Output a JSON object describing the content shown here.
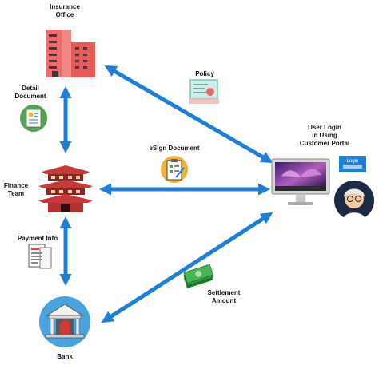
{
  "nodes": {
    "insurance_office": {
      "label_lines": [
        "Insurance",
        "Office"
      ],
      "icon": "office-building-icon"
    },
    "finance_team": {
      "label_lines": [
        "Finance",
        "Team"
      ],
      "icon": "pagoda-building-icon"
    },
    "bank": {
      "label": "Bank",
      "icon": "bank-icon"
    },
    "customer_portal": {
      "label_lines": [
        "User Login",
        "in Using",
        "Customer Portal"
      ],
      "icon": "computer-monitor-icon",
      "login_badge": "Login"
    }
  },
  "edges": {
    "detail_document": {
      "label_lines": [
        "Detail",
        "Document"
      ],
      "icon": "document-chart-icon"
    },
    "policy": {
      "label": "Policy",
      "icon": "certificate-icon"
    },
    "esign_document": {
      "label": "eSign Document",
      "icon": "clipboard-sign-icon"
    },
    "payment_info": {
      "label": "Payment Info",
      "icon": "receipt-icon"
    },
    "settlement_amount": {
      "label_lines": [
        "Settlement",
        "Amount"
      ],
      "icon": "cash-stack-icon"
    }
  },
  "colors": {
    "arrow": "#1f7fd6",
    "office_red": "#f06b6b",
    "pagoda_red": "#c73a3a",
    "bank_blue": "#4aa3df",
    "doc_green": "#58a05a",
    "cert_teal": "#7cc4c0",
    "cash_green": "#2e9a3c"
  }
}
